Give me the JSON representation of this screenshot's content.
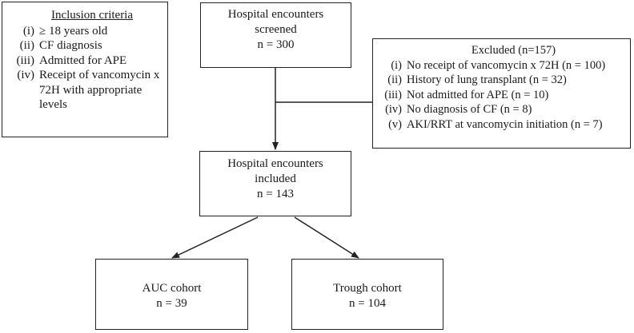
{
  "inclusion": {
    "title": "Inclusion criteria",
    "items": [
      {
        "num": "(i)",
        "text": "≥ 18 years old"
      },
      {
        "num": "(ii)",
        "text": "CF diagnosis"
      },
      {
        "num": "(iii)",
        "text": "Admitted for APE"
      },
      {
        "num": "(iv)",
        "text": "Receipt of vancomycin x 72H with appropriate levels"
      }
    ]
  },
  "screened": {
    "line1": "Hospital encounters",
    "line2": "screened",
    "count": "n = 300"
  },
  "excluded": {
    "title": "Excluded (n=157)",
    "items": [
      {
        "num": "(i)",
        "text": "No receipt of vancomycin x 72H (n = 100)"
      },
      {
        "num": "(ii)",
        "text": "History of lung transplant (n = 32)"
      },
      {
        "num": "(iii)",
        "text": "Not admitted for APE (n = 10)"
      },
      {
        "num": "(iv)",
        "text": "No diagnosis of CF (n = 8)"
      },
      {
        "num": "(v)",
        "text": "AKI/RRT at vancomycin initiation (n = 7)"
      }
    ]
  },
  "included": {
    "line1": "Hospital encounters",
    "line2": "included",
    "count": "n = 143"
  },
  "auc": {
    "label": "AUC cohort",
    "count": "n = 39"
  },
  "trough": {
    "label": "Trough cohort",
    "count": "n = 104"
  }
}
